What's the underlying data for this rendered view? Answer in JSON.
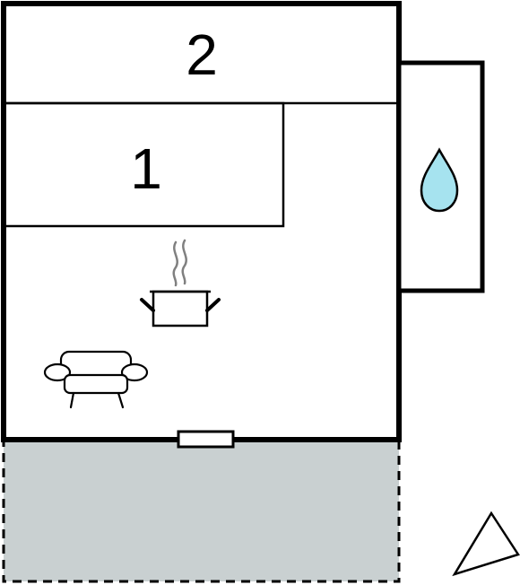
{
  "floorplan": {
    "rooms": [
      {
        "id": "room-2",
        "label": "2"
      },
      {
        "id": "room-1",
        "label": "1"
      }
    ],
    "icons": [
      {
        "name": "cooking-pot-icon",
        "meaning": "kitchen"
      },
      {
        "name": "sofa-icon",
        "meaning": "living area"
      },
      {
        "name": "water-drop-icon",
        "meaning": "bathroom"
      },
      {
        "name": "compass-north-icon",
        "meaning": "orientation"
      }
    ],
    "colors": {
      "wall": "#000000",
      "terrace_fill": "#c9d0d1",
      "water_drop": "#a6e3ef",
      "steam": "#808080",
      "background": "#ffffff"
    }
  }
}
